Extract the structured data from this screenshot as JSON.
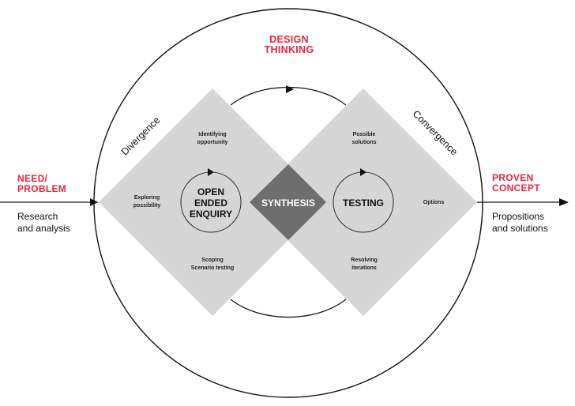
{
  "title": {
    "line1": "DESIGN",
    "line2": "THINKING"
  },
  "left": {
    "red1": "NEED/",
    "red2": "PROBLEM",
    "black1": "Research",
    "black2": "and analysis"
  },
  "right": {
    "red1": "PROVEN",
    "red2": "CONCEPT",
    "black1": "Propositions",
    "black2": "and solutions"
  },
  "phases": {
    "divergence": "Divergence",
    "convergence": "Convergence"
  },
  "left_diamond": {
    "top1": "Identifying",
    "top2": "opportunity",
    "left1": "Exploring",
    "left2": "possibility",
    "bottom1": "Scoping",
    "bottom2": "Scenario testing",
    "core1": "OPEN",
    "core2": "ENDED",
    "core3": "ENQUIRY"
  },
  "right_diamond": {
    "top1": "Possible",
    "top2": "solutions",
    "right1": "Options",
    "bottom1": "Resolving",
    "bottom2": "iterations",
    "core1": "TESTING"
  },
  "center": {
    "label": "SYNTHESIS"
  },
  "colors": {
    "accent": "#e8243c",
    "diamond": "#d6d6d6",
    "synthesis": "#6e6e6e"
  }
}
